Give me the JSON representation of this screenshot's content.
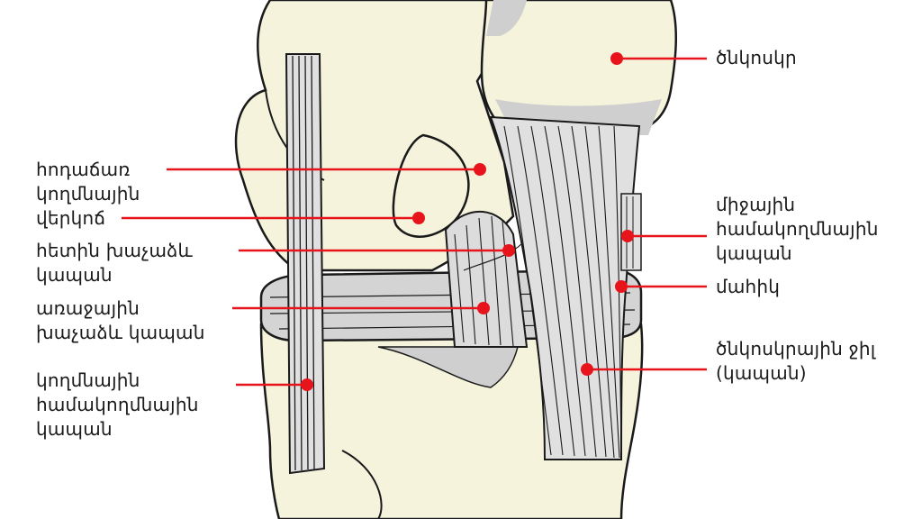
{
  "labels": {
    "patella": "ծնկոսկր",
    "lateral_condyle": "հոդաճառ",
    "collateral_word": "կողմնային",
    "condyle_word": "վերկոճ",
    "pcl_line1": "հետին խաչաձև",
    "pcl_line2": "կապան",
    "acl_line1": "առաջային",
    "acl_line2": "խաչաձև կապան",
    "lcl_line1": "կողմնային",
    "lcl_line2": "համակողմնային",
    "lcl_line3": "կապան",
    "mcl_line1": "միջային",
    "mcl_line2": "համակողմնային",
    "mcl_line3": "կապան",
    "meniscus": "մահիկ",
    "patellar_line1": "ծնկոսկրային ջիլ",
    "patellar_line2": "(կապան)"
  },
  "colors": {
    "bone": "#f5f3dc",
    "ligament": "#dcdcdc",
    "cartilage": "#c8c8c8",
    "outline": "#1a1a1a",
    "pointer": "#e8141c"
  }
}
